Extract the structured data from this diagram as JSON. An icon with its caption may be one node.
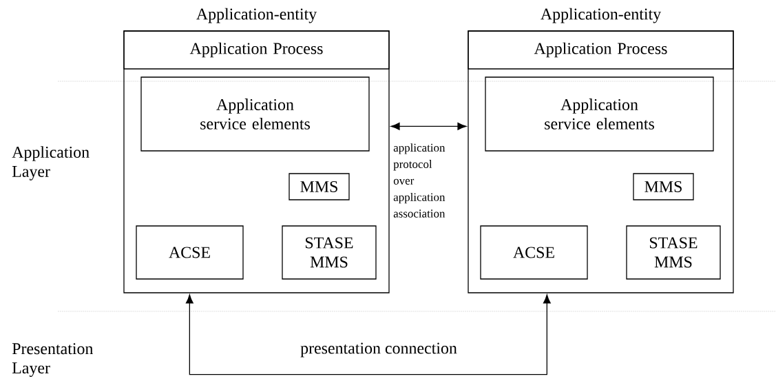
{
  "diagram": {
    "nodes": [
      {
        "text": [
          "Application-entity"
        ]
      },
      {
        "text": [
          "Application Process"
        ],
        "in": 0
      },
      {
        "text": [
          "Application service elements"
        ],
        "in": 0
      },
      {
        "text": [
          "MMS"
        ],
        "in": 0
      },
      {
        "text": [
          "ACSE"
        ],
        "in": 0
      },
      {
        "text": [
          "STASE MMS"
        ],
        "in": 0
      },
      {
        "text": [
          "Application-entity"
        ]
      },
      {
        "text": [
          "Application Process"
        ],
        "in": 6
      },
      {
        "text": [
          "Application service elements"
        ],
        "in": 6
      },
      {
        "text": [
          "MMS"
        ],
        "in": 6
      },
      {
        "text": [
          "ACSE"
        ],
        "in": 6
      },
      {
        "text": [
          "STASE MMS"
        ],
        "in": 6
      }
    ],
    "edges": [
      {
        "from": 0,
        "to": 6,
        "arrow": "both",
        "label": "application protocol over application association"
      },
      {
        "from": 0,
        "to": 6,
        "arrow": "both",
        "label": "presentation connection"
      }
    ],
    "labels": [
      "Application Layer",
      "Presentation Layer"
    ]
  }
}
